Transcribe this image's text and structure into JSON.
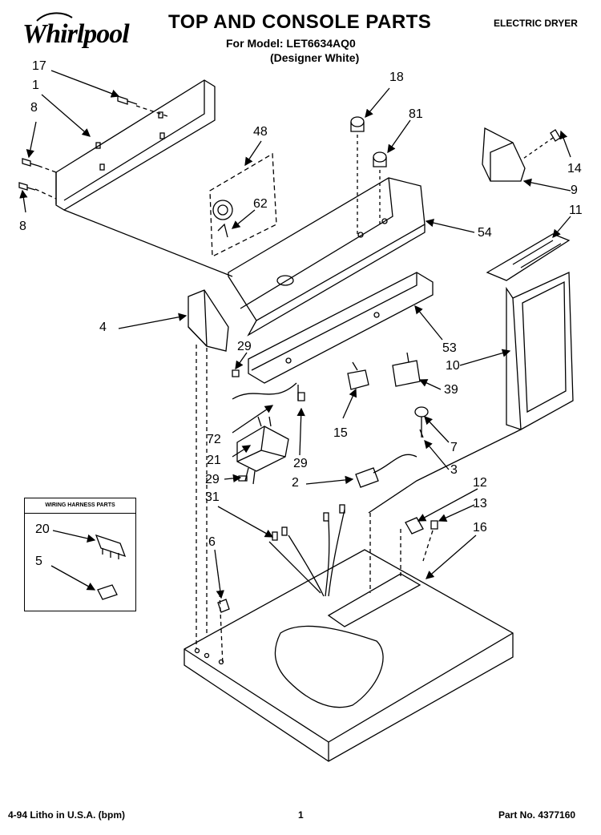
{
  "header": {
    "brand": "Whirlpool",
    "title": "TOP AND CONSOLE PARTS",
    "model_line": "For Model: LET6634AQ0",
    "model_sub": "(Designer White)",
    "product_type": "ELECTRIC DRYER"
  },
  "harness_box": {
    "title": "WIRING HARNESS PARTS"
  },
  "callouts": [
    {
      "id": "c17",
      "label": "17"
    },
    {
      "id": "c1",
      "label": "1"
    },
    {
      "id": "c8a",
      "label": "8"
    },
    {
      "id": "c8b",
      "label": "8"
    },
    {
      "id": "c48",
      "label": "48"
    },
    {
      "id": "c62",
      "label": "62"
    },
    {
      "id": "c18",
      "label": "18"
    },
    {
      "id": "c81",
      "label": "81"
    },
    {
      "id": "c14",
      "label": "14"
    },
    {
      "id": "c9",
      "label": "9"
    },
    {
      "id": "c11",
      "label": "11"
    },
    {
      "id": "c54",
      "label": "54"
    },
    {
      "id": "c4",
      "label": "4"
    },
    {
      "id": "c29a",
      "label": "29"
    },
    {
      "id": "c53",
      "label": "53"
    },
    {
      "id": "c10",
      "label": "10"
    },
    {
      "id": "c39",
      "label": "39"
    },
    {
      "id": "c72",
      "label": "72"
    },
    {
      "id": "c15",
      "label": "15"
    },
    {
      "id": "c7",
      "label": "7"
    },
    {
      "id": "c21",
      "label": "21"
    },
    {
      "id": "c29b",
      "label": "29"
    },
    {
      "id": "c3",
      "label": "3"
    },
    {
      "id": "c29c",
      "label": "29"
    },
    {
      "id": "c2",
      "label": "2"
    },
    {
      "id": "c12",
      "label": "12"
    },
    {
      "id": "c31",
      "label": "31"
    },
    {
      "id": "c13",
      "label": "13"
    },
    {
      "id": "c20",
      "label": "20"
    },
    {
      "id": "c16",
      "label": "16"
    },
    {
      "id": "c6",
      "label": "6"
    },
    {
      "id": "c5",
      "label": "5"
    }
  ],
  "footer": {
    "litho": "4-94 Litho in U.S.A. (bpm)",
    "page_number": "1",
    "part_number": "Part No. 4377160"
  }
}
